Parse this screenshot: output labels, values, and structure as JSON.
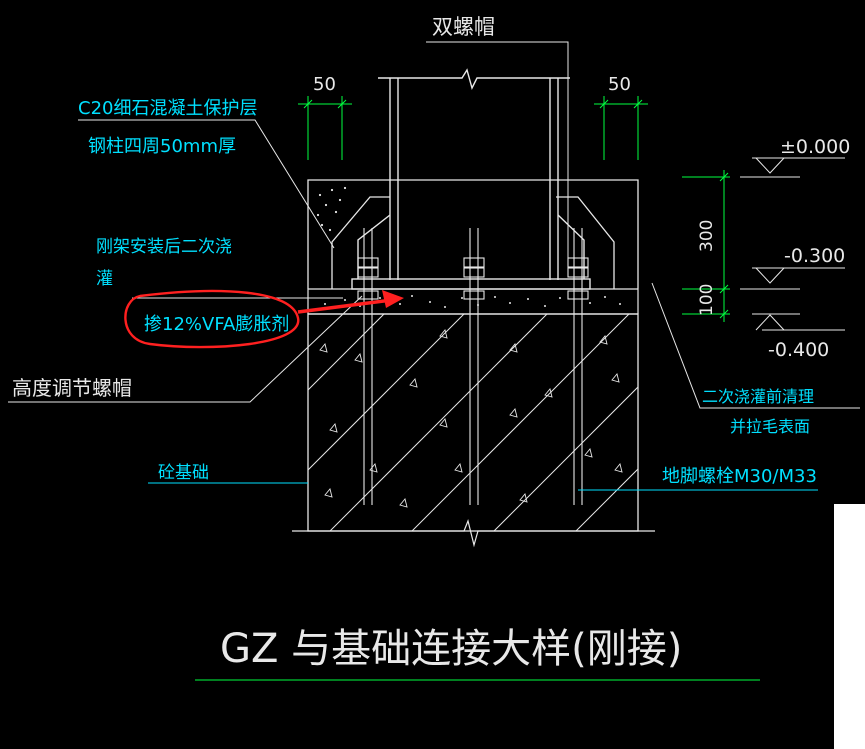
{
  "title": "GZ 与基础连接大样(刚接)",
  "labels": {
    "double_nut": "双螺帽",
    "dim_50_left": "50",
    "dim_50_right": "50",
    "protect_line1": "C20细石混凝土保护层",
    "protect_line2": "钢柱四周50mm厚",
    "grout_line1": "刚架安装后二次浇",
    "grout_line2": "灌",
    "vfa_note": "掺12%VFA膨胀剂",
    "leveling_nut": "高度调节螺帽",
    "concrete_base": "砼基础",
    "clean_line1": "二次浇灌前清理",
    "clean_line2": "并拉毛表面",
    "anchor_bolt": "地脚螺栓M30/M33",
    "dim_300": "300",
    "dim_100": "100",
    "elev_0": "±0.000",
    "elev_m300": "-0.300",
    "elev_m400": "-0.400"
  },
  "colors": {
    "background": "#000000",
    "line": "#e8e8e8",
    "cyan": "#00e0ff",
    "green": "#00ff40",
    "red": "#ff2020"
  }
}
